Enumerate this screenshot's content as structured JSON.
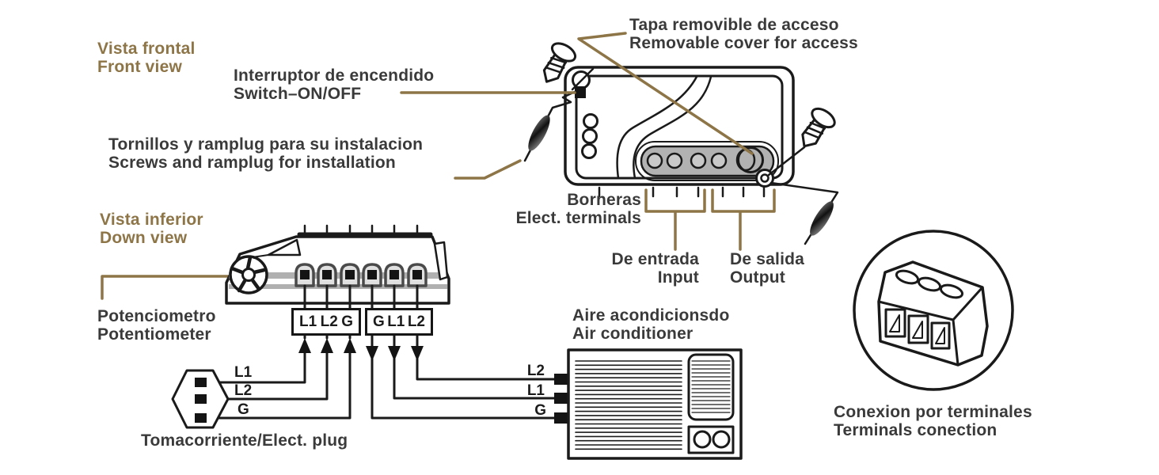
{
  "colors": {
    "accent_brown": "#8d7547",
    "text_dark": "#3a3a3a",
    "line_black": "#1a1a1a",
    "device_gray": "#b2b2b2"
  },
  "labels": {
    "vista_frontal": {
      "es": "Vista frontal",
      "en": "Front view"
    },
    "interruptor": {
      "es": "Interruptor de encendido",
      "en": "Switch–ON/OFF"
    },
    "tapa": {
      "es": "Tapa removible de acceso",
      "en": "Removable cover for access"
    },
    "tornillos": {
      "es": "Tornillos y ramplug para su instalacion",
      "en": "Screws and ramplug for installation"
    },
    "vista_inferior": {
      "es": "Vista inferior",
      "en": "Down view"
    },
    "borneras": {
      "es": "Borneras",
      "en": "Elect. terminals"
    },
    "entrada": {
      "es": "De entrada",
      "en": "Input"
    },
    "salida": {
      "es": "De salida",
      "en": "Output"
    },
    "potenciometro": {
      "es": "Potenciometro",
      "en": "Potentiometer"
    },
    "tomacorriente": {
      "text": "Tomacorriente/Elect. plug"
    },
    "aire": {
      "es": "Aire acondicionsdo",
      "en": "Air conditioner"
    },
    "conexion": {
      "es": "Conexion por terminales",
      "en": "Terminals conection"
    }
  },
  "terminals": {
    "input_block": [
      "L1",
      "L2",
      "G"
    ],
    "output_block": [
      "G",
      "L1",
      "L2"
    ],
    "plug_pins": [
      "L1",
      "L2",
      "G"
    ],
    "ac_pins": [
      "L2",
      "L1",
      "G"
    ]
  }
}
